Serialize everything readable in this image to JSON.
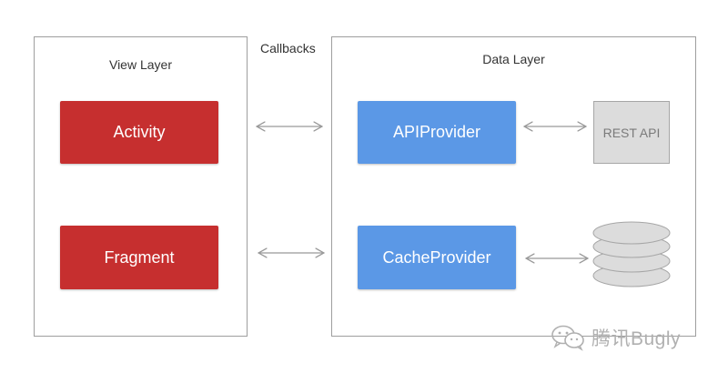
{
  "view_layer": {
    "title": "View Layer",
    "nodes": [
      "Activity",
      "Fragment"
    ]
  },
  "callbacks_label": "Callbacks",
  "data_layer": {
    "title": "Data Layer",
    "nodes": [
      "APIProvider",
      "CacheProvider"
    ],
    "rest_api": "REST API",
    "database_icon": "database-icon"
  },
  "watermark": {
    "text": "腾讯Bugly",
    "icon": "wechat-icon"
  },
  "colors": {
    "view_node": "#c62f2f",
    "data_node": "#5b98e6",
    "external_node": "#dcdcdc",
    "arrow": "#999999"
  }
}
